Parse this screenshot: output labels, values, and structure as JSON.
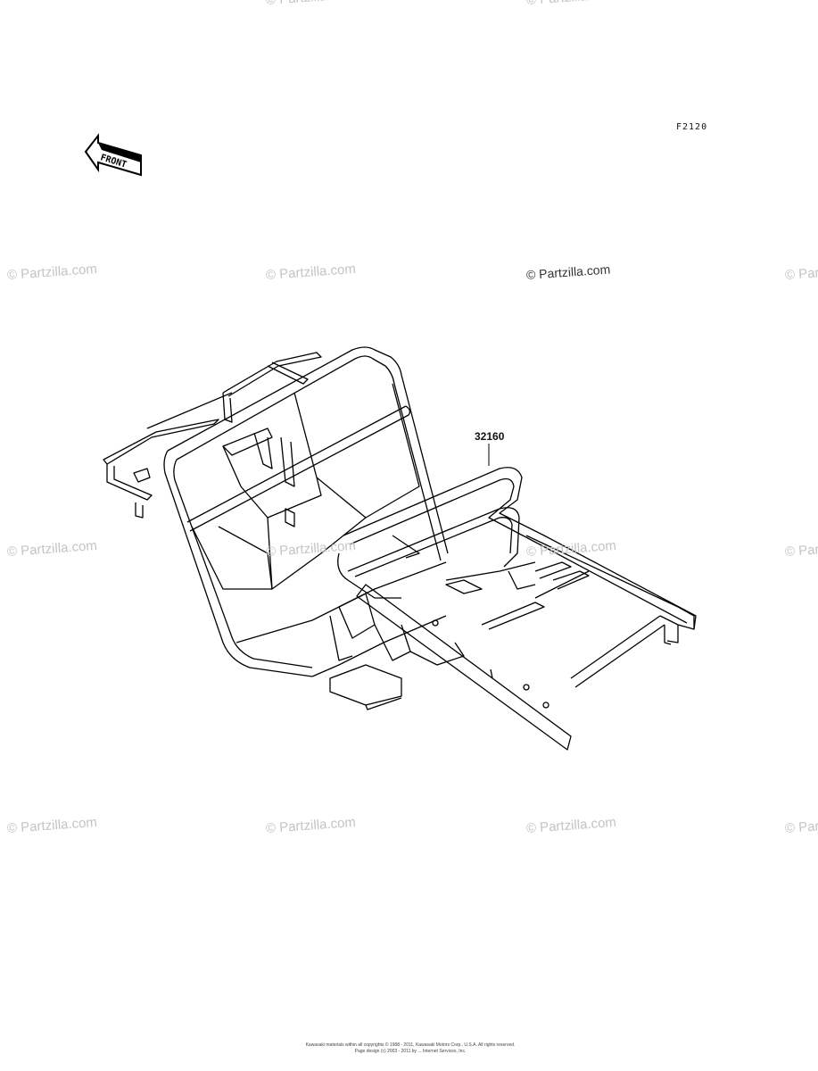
{
  "diagram_code": "F2120",
  "front_label": "FRONT",
  "part_label": "32160",
  "watermark_main": "© Partzilla.com",
  "watermark_text": "© Partzilla.com",
  "footer": {
    "line1": "Kawasaki materials within all copyrights © 1988 - 2011, Kawasaki Motors Corp., U.S.A. All rights reserved.",
    "line2": "Page design (c) 2003 - 2011 by ... Internet Services, Inc."
  }
}
